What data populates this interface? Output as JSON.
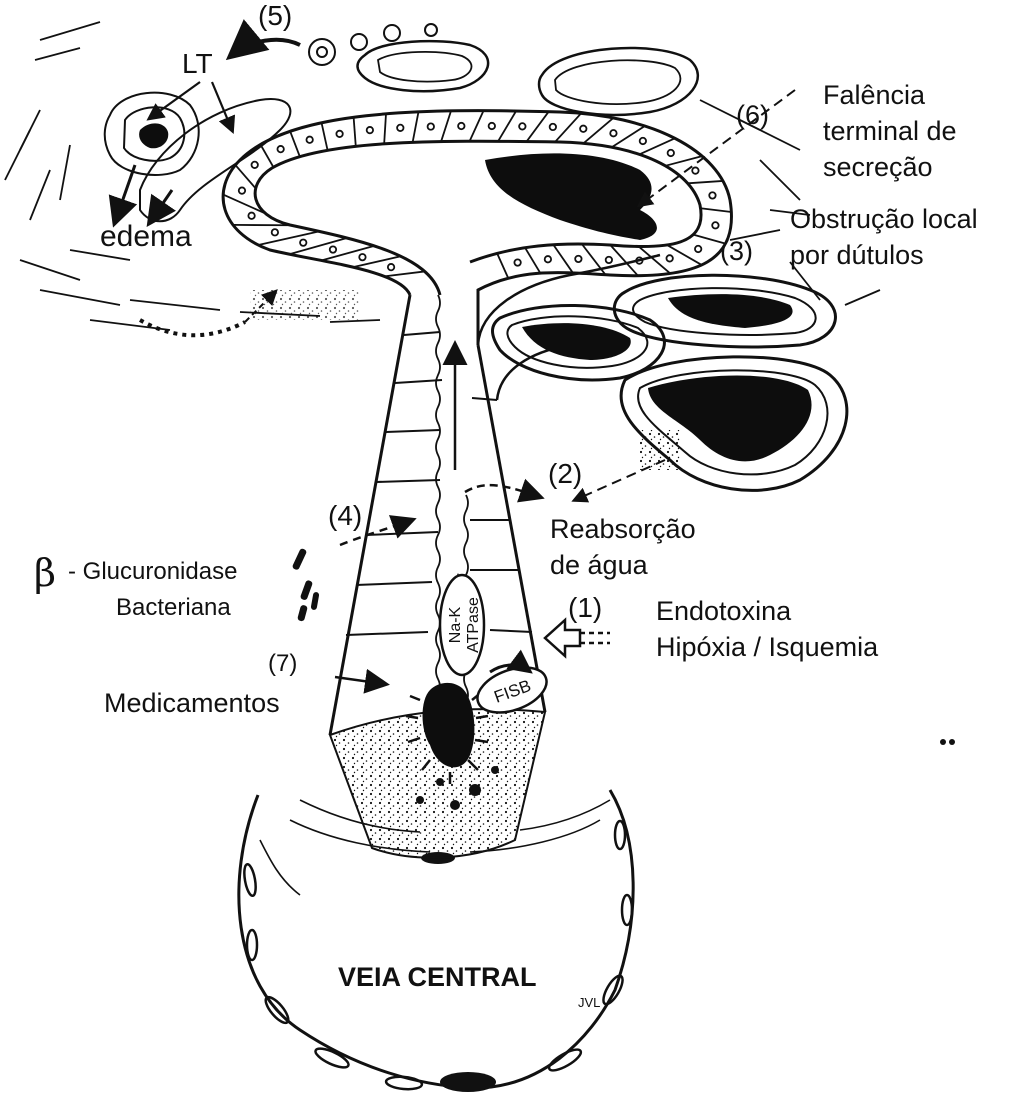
{
  "labels": {
    "n5": "(5)",
    "lt": "LT",
    "edema": "edema",
    "n6": "(6)",
    "falencia_1": "Falência",
    "falencia_2": "terminal de",
    "falencia_3": "secreção",
    "obstrucao_1": "Obstrução local",
    "obstrucao_2": "por dútulos",
    "n3": "(3)",
    "n2": "(2)",
    "reabsorcao_1": "Reabsorção",
    "reabsorcao_2": "de água",
    "n4": "(4)",
    "beta": "β",
    "glucuronidase_1": "- Glucuronidase",
    "glucuronidase_2": "Bacteriana",
    "n1": "(1)",
    "endotoxina": "Endotoxina",
    "hipoxia": "Hipóxia / Isquemia",
    "n7": "(7)",
    "medicamentos": "Medicamentos",
    "na_k": "Na-K",
    "atpase": "ATPase",
    "fisb": "FISB",
    "veia_central": "VEIA CENTRAL",
    "signature": "JVL"
  },
  "colors": {
    "ink": "#111111",
    "fill": "#0d0d0d",
    "paper": "#ffffff"
  }
}
